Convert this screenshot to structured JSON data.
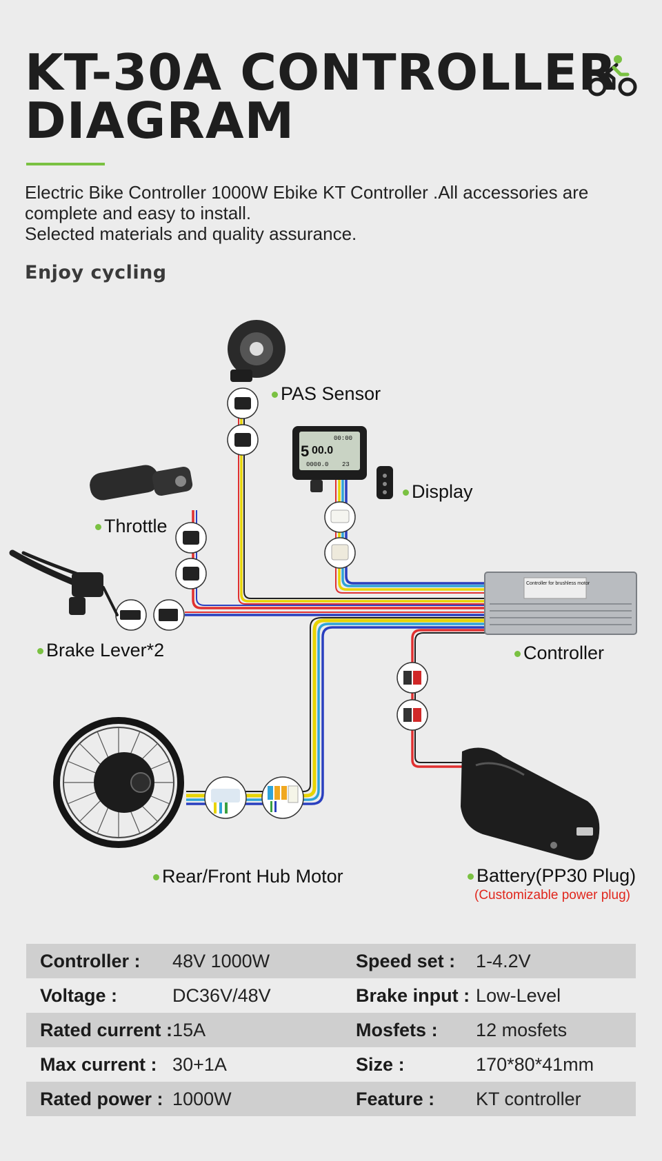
{
  "header": {
    "title_line1": "KT-30A CONTROLLER",
    "title_line2": "DIAGRAM",
    "description_line1": "Electric Bike Controller 1000W Ebike KT Controller .All accessories are",
    "description_line2": "complete and easy to install.",
    "description_line3": "Selected materials and quality assurance.",
    "tagline": "Enjoy cycling",
    "icon": "cyclist-icon",
    "accent_color": "#7ac142"
  },
  "diagram": {
    "labels": {
      "pas_sensor": "PAS Sensor",
      "display": "Display",
      "throttle": "Throttle",
      "brake_lever": "Brake Lever*2",
      "controller": "Controller",
      "hub_motor": "Rear/Front Hub Motor",
      "battery": "Battery(PP30 Plug)",
      "battery_note": "(Customizable power plug)"
    },
    "display_readout": {
      "main": "00.0",
      "left": "5",
      "top": "00:00",
      "odo": "0000.0",
      "temp": "23"
    },
    "controller_plate": "Controller for brushless motor",
    "wire_colors": [
      "#e8d400",
      "#e03030",
      "#2a3fbf",
      "#2fa4d8",
      "#1f1f1f"
    ]
  },
  "specs": {
    "rows": [
      {
        "k1": "Controller :",
        "v1": "48V 1000W",
        "k2": "Speed set :",
        "v2": "1-4.2V"
      },
      {
        "k1": "Voltage :",
        "v1": "DC36V/48V",
        "k2": "Brake input :",
        "v2": "Low-Level"
      },
      {
        "k1": "Rated current :",
        "v1": "15A",
        "k2": "Mosfets :",
        "v2": "12 mosfets"
      },
      {
        "k1": "Max current :",
        "v1": "30+1A",
        "k2": "Size :",
        "v2": "170*80*41mm"
      },
      {
        "k1": "Rated power :",
        "v1": "1000W",
        "k2": "Feature :",
        "v2": "KT controller"
      }
    ]
  }
}
